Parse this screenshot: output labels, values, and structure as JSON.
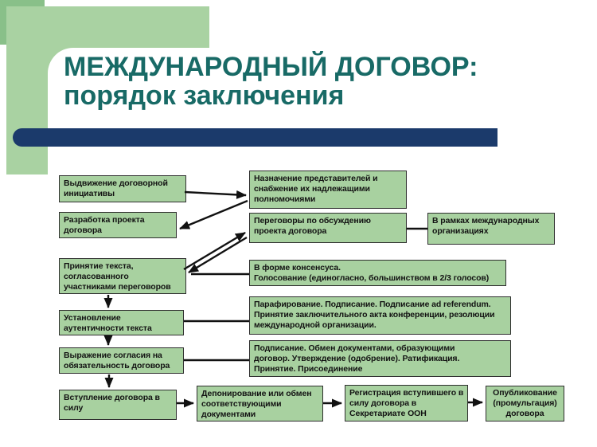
{
  "slide": {
    "title_line1": "МЕЖДУНАРОДНЫЙ ДОГОВОР:",
    "title_line2": "порядок заключения",
    "colors": {
      "title_text": "#186a66",
      "accent_bar": "#1b3a6b",
      "box_fill": "#a8d1a0",
      "box_border": "#2f2f2f",
      "background_block": "#a9d2a2",
      "corner_square": "#89c089"
    }
  },
  "flowchart": {
    "nodes": [
      {
        "id": "treaty-initiative",
        "label": "Выдвижение договорной\nинициативы"
      },
      {
        "id": "draft-development",
        "label": "Разработка проекта\nдоговора"
      },
      {
        "id": "text-adoption",
        "label": "Принятие текста,\nсогласованного\nучастниками переговоров"
      },
      {
        "id": "authenticity",
        "label": "Установление\nаутентичности текста"
      },
      {
        "id": "consent",
        "label": "Выражение согласия на\nобязательность договора"
      },
      {
        "id": "entry-into-force",
        "label": "Вступление договора в\nсилу"
      },
      {
        "id": "representatives",
        "label": "Назначение представителей и\nснабжение их надлежащими\nполномочиями"
      },
      {
        "id": "negotiations",
        "label": "Переговоры по обсуждению\nпроекта договора"
      },
      {
        "id": "international-organizations",
        "label": "В рамках международных\nорганизациях"
      },
      {
        "id": "consensus-voting",
        "label": "В форме консенсуса.\nГолосование (единогласно, большинством в 2/3 голосов)"
      },
      {
        "id": "initialing-signing",
        "label": "Парафирование. Подписание. Подписание ad referendum.\nПринятие заключительного акта конференции, резолюции\nмеждународной организации."
      },
      {
        "id": "signing-ratification",
        "label": "Подписание. Обмен документами, образующими\nдоговор. Утверждение (одобрение). Ратификация.\nПринятие. Присоединение"
      },
      {
        "id": "deposit-exchange",
        "label": "Депонирование или обмен\nсоответствующими\nдокументами"
      },
      {
        "id": "un-registration",
        "label": "Регистрация вступившего в\nсилу договора в\nСекретариате ООН"
      },
      {
        "id": "publication",
        "label": "Опубликование\n(промульгация)\nдоговора"
      }
    ],
    "connections": [
      {
        "from": "treaty-initiative",
        "to": "representatives",
        "arrowhead": "to"
      },
      {
        "from": "representatives",
        "to": "draft-development",
        "arrowhead": "to"
      },
      {
        "from": "text-adoption",
        "to": "negotiations",
        "arrowhead": "to"
      },
      {
        "from": "negotiations",
        "to": "text-adoption",
        "arrowhead": "to"
      },
      {
        "from": "consensus-voting",
        "to": "text-adoption",
        "arrowhead": "none"
      },
      {
        "from": "negotiations",
        "to": "international-organizations",
        "arrowhead": "none"
      },
      {
        "from": "text-adoption",
        "to": "authenticity",
        "arrowhead": "to"
      },
      {
        "from": "authenticity",
        "to": "consent",
        "arrowhead": "to"
      },
      {
        "from": "consent",
        "to": "entry-into-force",
        "arrowhead": "to"
      },
      {
        "from": "authenticity",
        "to": "initialing-signing",
        "arrowhead": "none"
      },
      {
        "from": "consent",
        "to": "signing-ratification",
        "arrowhead": "none"
      },
      {
        "from": "entry-into-force",
        "to": "deposit-exchange",
        "arrowhead": "to"
      },
      {
        "from": "deposit-exchange",
        "to": "un-registration",
        "arrowhead": "to"
      },
      {
        "from": "un-registration",
        "to": "publication",
        "arrowhead": "to"
      }
    ]
  }
}
